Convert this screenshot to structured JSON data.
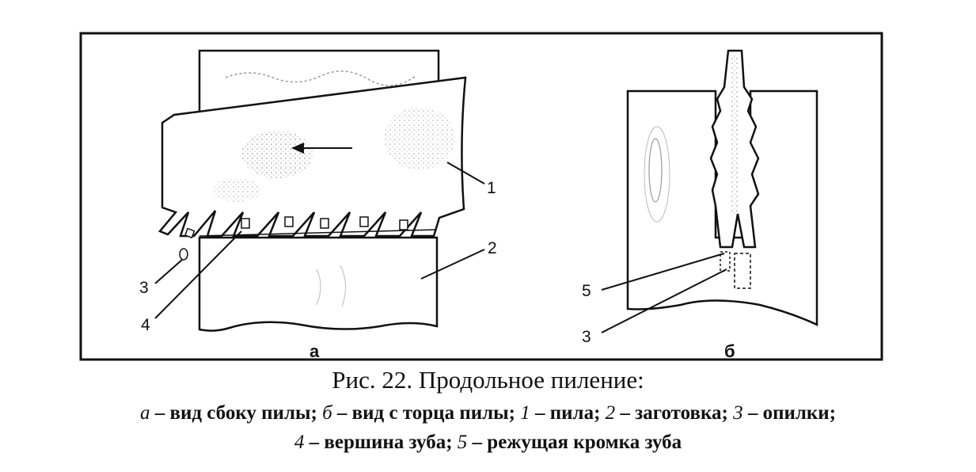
{
  "figure": {
    "labels": {
      "saw": "1",
      "workpiece": "2",
      "sawdust_a": "3",
      "tooth_tip": "4",
      "cutting_edge": "5",
      "sawdust_b": "3"
    },
    "subfigures": {
      "a": "а",
      "b": "б"
    }
  },
  "caption": {
    "title": "Рис. 22. Продольное пиление:",
    "legend_line1": [
      {
        "key": "а",
        "text": " – вид сбоку пилы; "
      },
      {
        "key": "б",
        "text": " – вид с торца пилы; "
      },
      {
        "key": "1",
        "text": " – пила; "
      },
      {
        "key": "2",
        "text": " – заготовка; "
      },
      {
        "key": "3",
        "text": " – опилки;"
      }
    ],
    "legend_line2": [
      {
        "key": "4",
        "text": " – вершина зуба; "
      },
      {
        "key": "5",
        "text": " – режущая кромка зуба"
      }
    ]
  }
}
